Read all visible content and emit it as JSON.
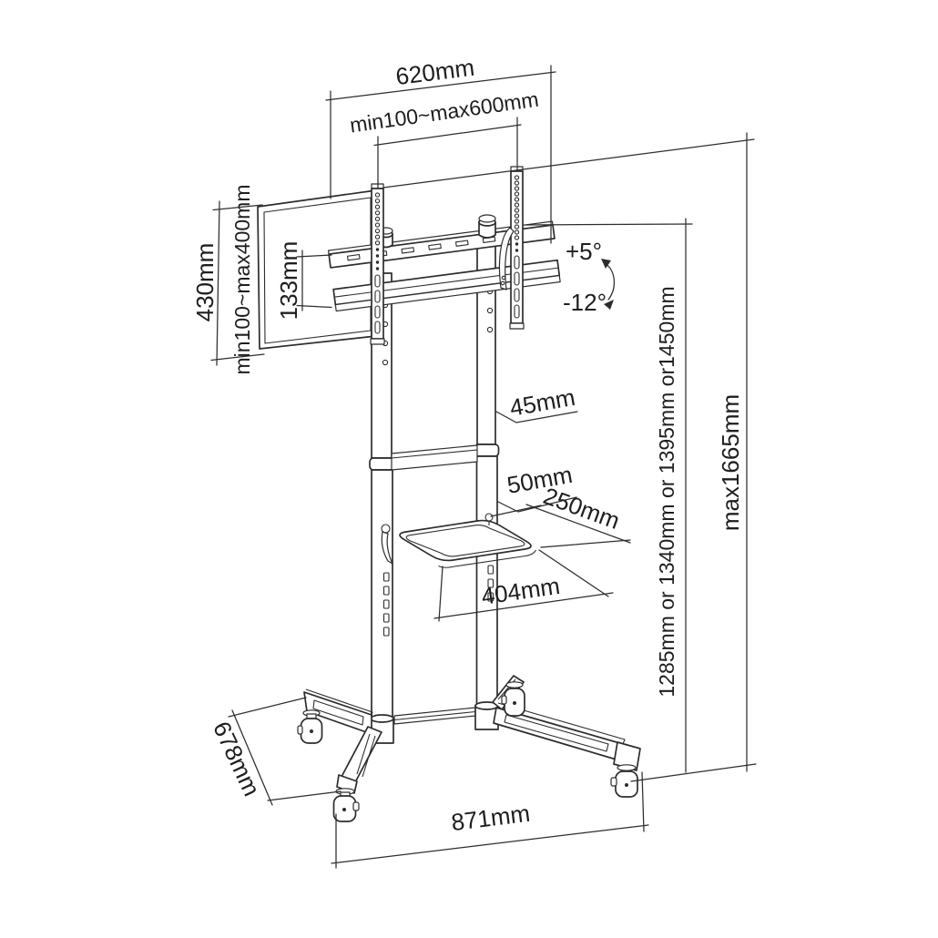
{
  "colors": {
    "background": "#ffffff",
    "line": "#2d2d2d"
  },
  "labels": {
    "rail_width": "620mm",
    "vesa_width": "min100~max600mm",
    "panel_height": "430mm",
    "vesa_height": "min100~max400mm",
    "rail_gap": "133mm",
    "tilt_up": "+5°",
    "tilt_down": "-12°",
    "upper_column": "45mm",
    "lower_column": "50mm",
    "shelf_depth": "250mm",
    "shelf_width": "404mm",
    "column_height_options": "1285mm or 1340mm or 1395mm or1450mm",
    "max_height": "max1665mm",
    "base_depth": "678mm",
    "base_width": "871mm"
  }
}
